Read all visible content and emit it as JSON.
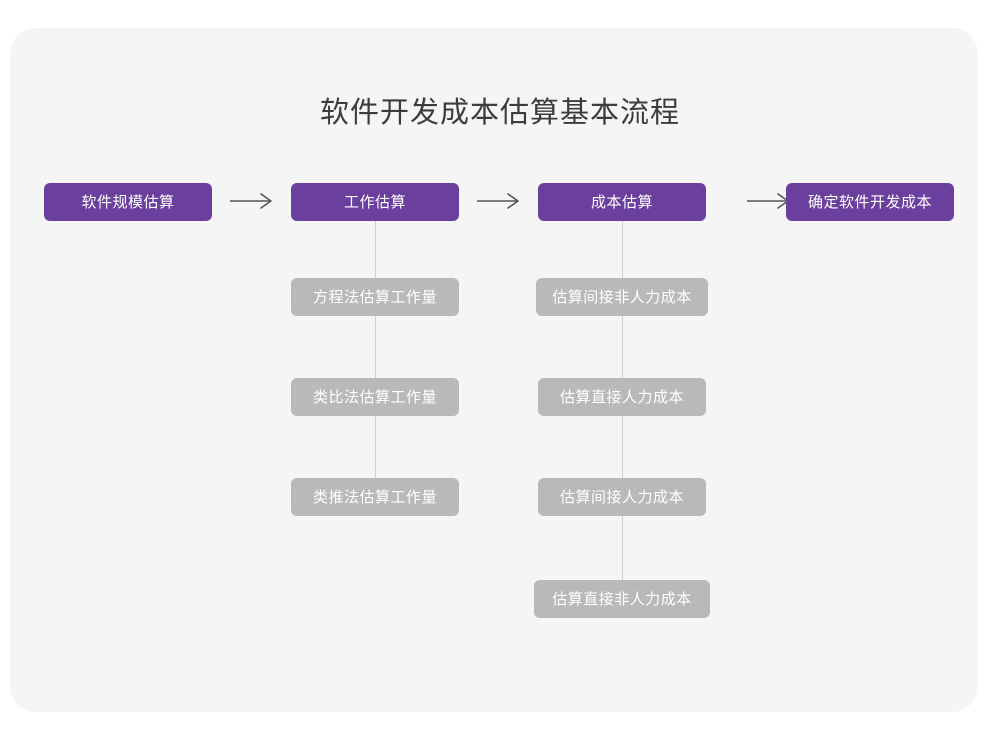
{
  "page": {
    "title": "软件开发成本估算基本流程",
    "background_color": "#ffffff",
    "card_color": "#f5f5f6",
    "primary_color": "#6b3f9e",
    "secondary_color": "#b9b9b9",
    "connector_color": "#cfcfcf",
    "arrow_color": "#555555"
  },
  "flow": {
    "stages": [
      {
        "label": "软件规模估算",
        "substeps": []
      },
      {
        "label": "工作估算",
        "substeps": [
          "方程法估算工作量",
          "类比法估算工作量",
          "类推法估算工作量"
        ]
      },
      {
        "label": "成本估算",
        "substeps": [
          "估算间接非人力成本",
          "估算直接人力成本",
          "估算间接人力成本",
          "估算直接非人力成本"
        ]
      },
      {
        "label": "确定软件开发成本",
        "substeps": []
      }
    ],
    "connectors": [
      {
        "name": "arrow-stage1-to-stage2",
        "glyph": "→"
      },
      {
        "name": "arrow-stage2-to-stage3",
        "glyph": "→"
      },
      {
        "name": "arrow-stage3-to-stage4",
        "glyph": "→"
      }
    ]
  }
}
